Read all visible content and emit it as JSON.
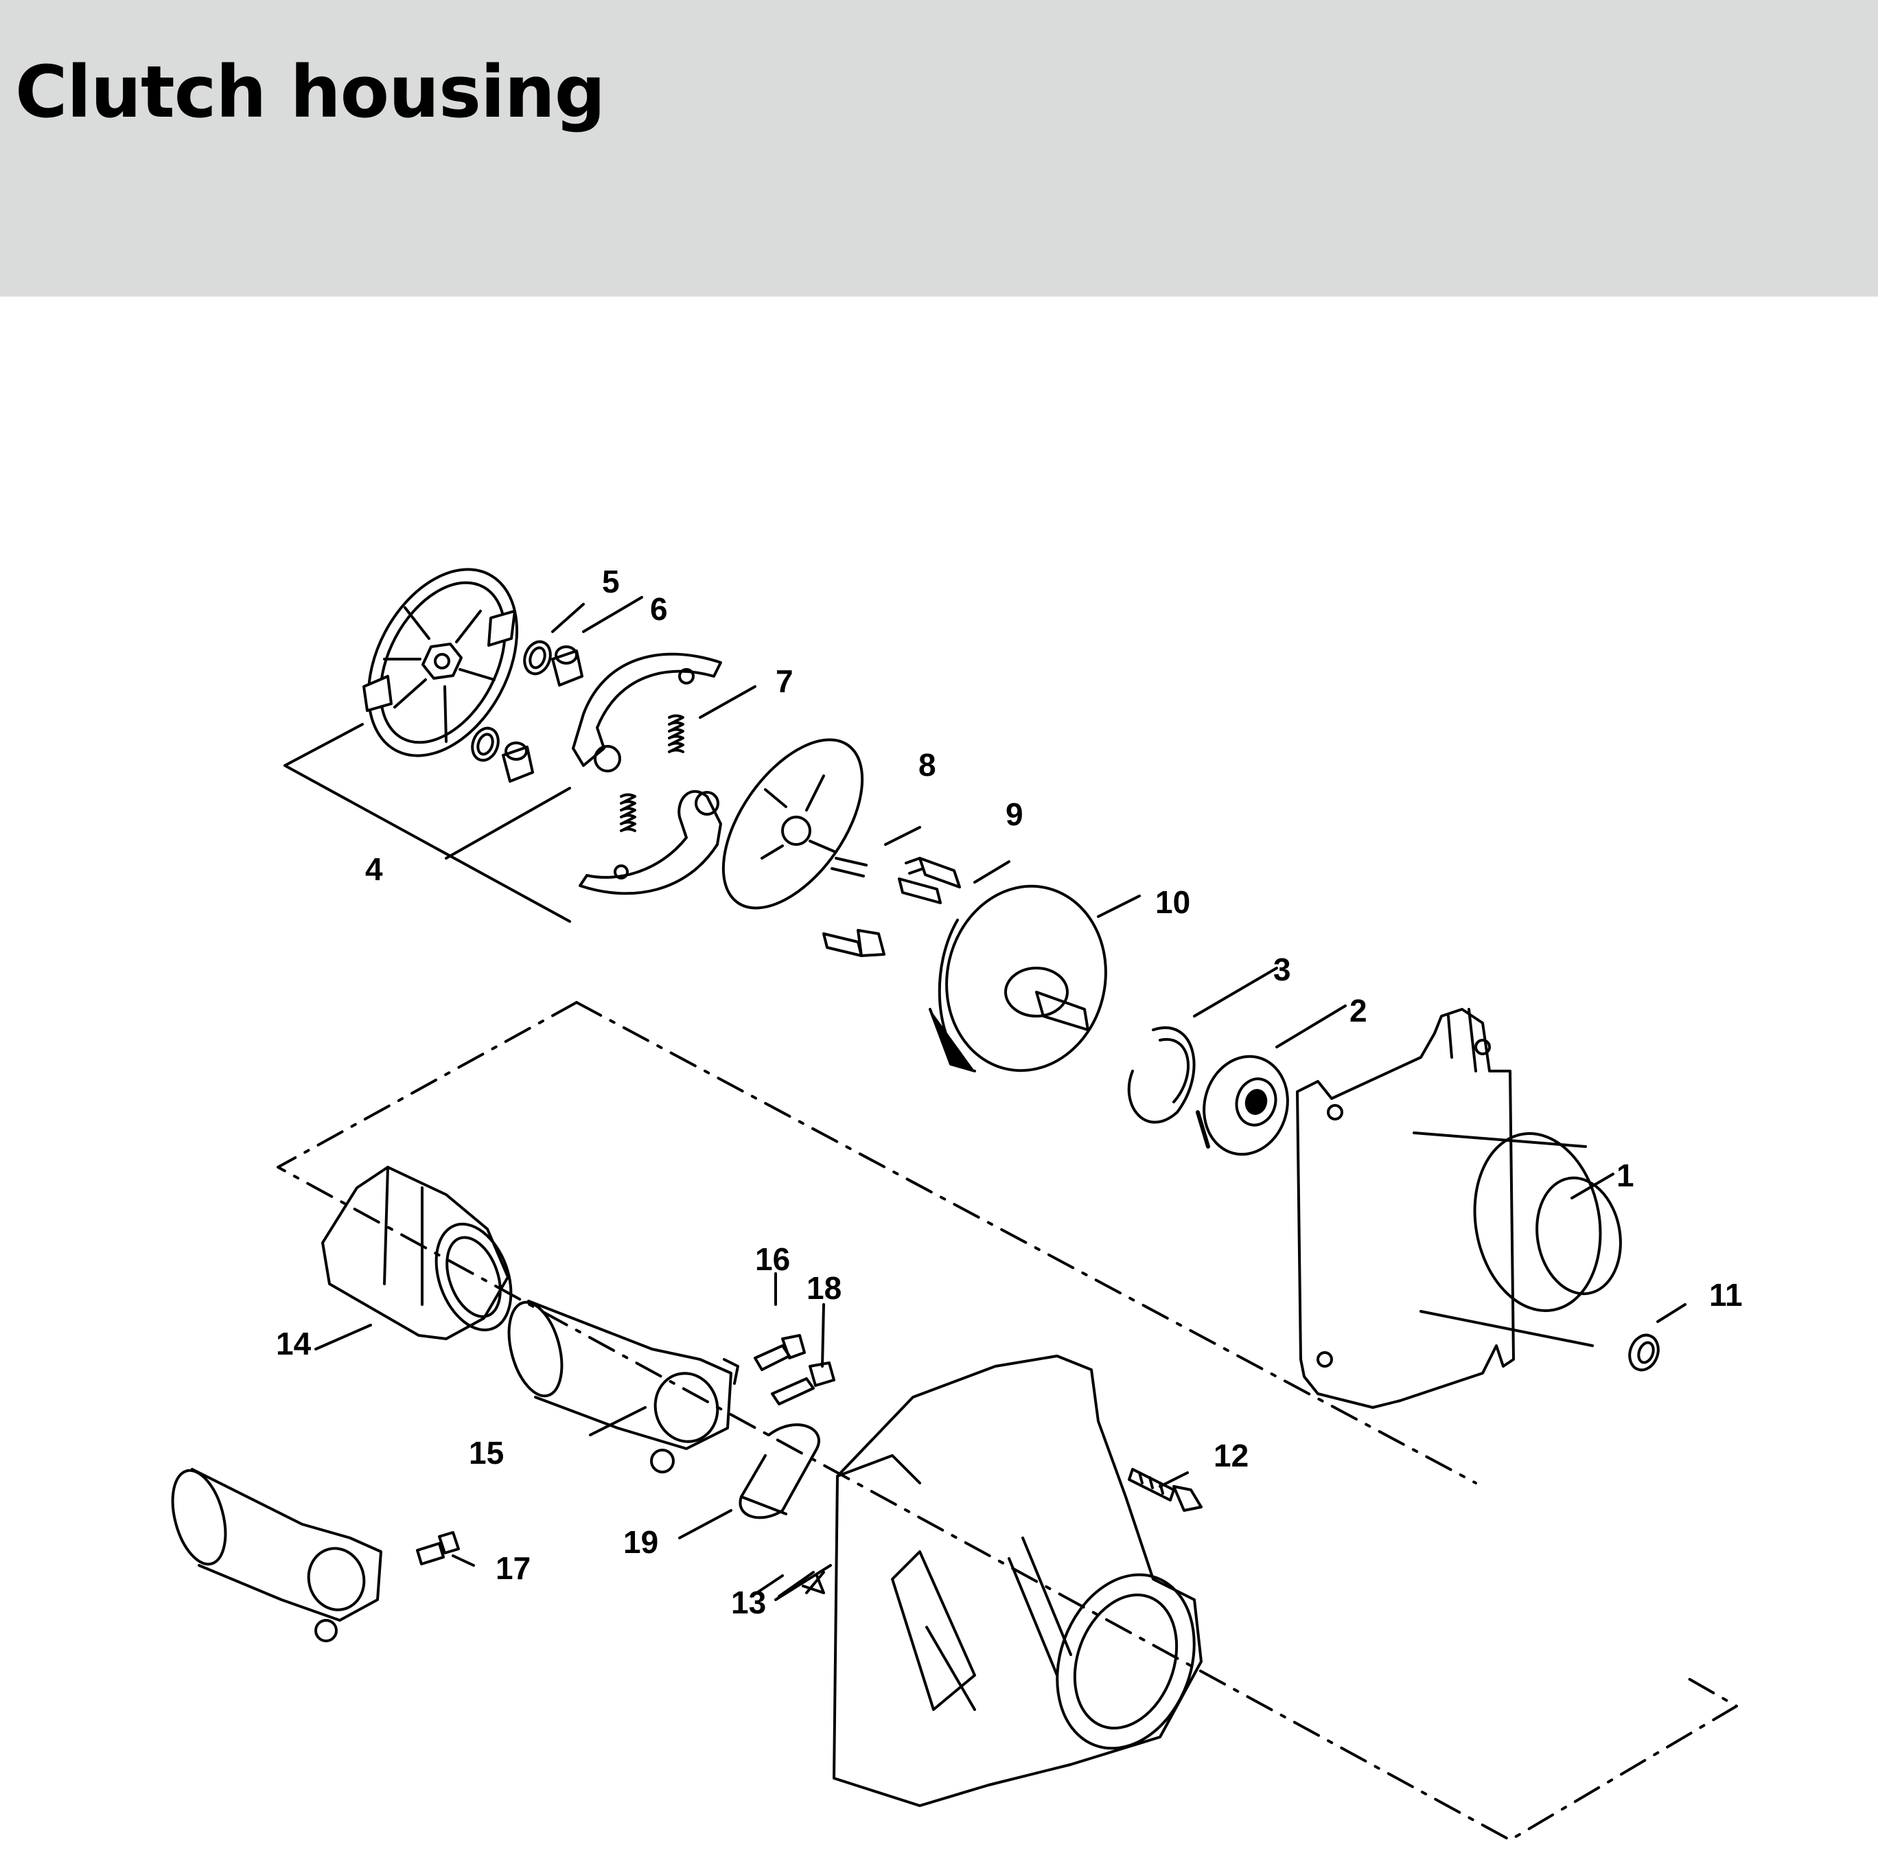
{
  "header": {
    "title": "Clutch housing",
    "background": "#dadcdb"
  },
  "diagram": {
    "part_labels": [
      "1",
      "2",
      "3",
      "4",
      "5",
      "6",
      "7",
      "8",
      "9",
      "10",
      "11",
      "12",
      "13",
      "14",
      "15",
      "16",
      "17",
      "18",
      "19"
    ],
    "line_color": "#000000"
  }
}
